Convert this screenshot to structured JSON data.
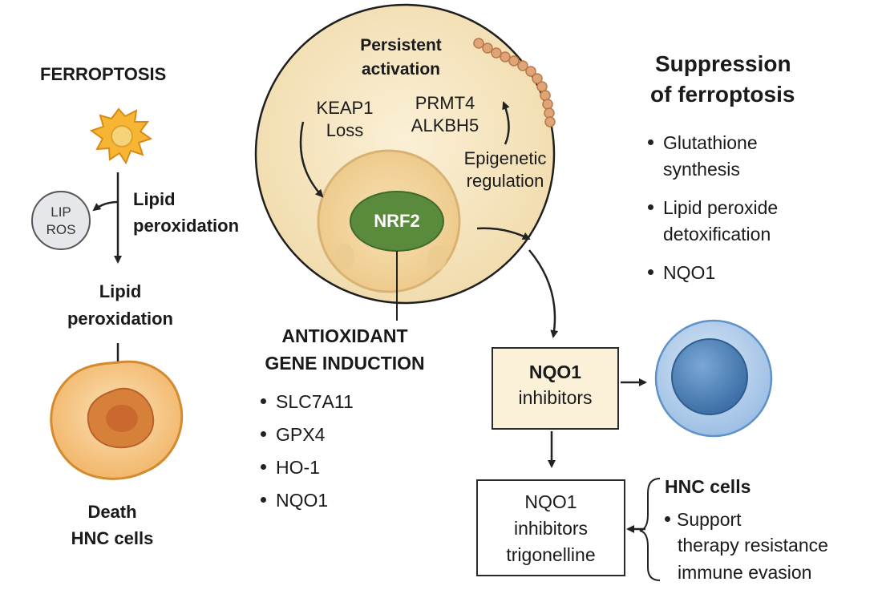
{
  "ferroptosis": {
    "title": "FERROPTOSIS",
    "step1": [
      "Lipid",
      "peroxidation"
    ],
    "lip_ros": [
      "LIP",
      "ROS"
    ],
    "step2": [
      "Lipid",
      "peroxidation"
    ],
    "outcome": [
      "Death",
      "HNC cells"
    ]
  },
  "nrf2_cell": {
    "persistent": [
      "Persistent",
      "activation"
    ],
    "keap1": [
      "KEAP1",
      "Loss"
    ],
    "prmt4": [
      "PRMT4",
      "ALKBH5"
    ],
    "epigenetic": [
      "Epigenetic",
      "regulation"
    ],
    "core_label": "NRF2"
  },
  "antioxidant": {
    "title": [
      "ANTIOXIDANT",
      "GENE INDUCTION"
    ],
    "genes": [
      "SLC7A11",
      "GPX4",
      "HO-1",
      "NQO1"
    ]
  },
  "suppression": {
    "title": [
      "Suppression",
      "of ferroptosis"
    ],
    "items": [
      [
        "Glutathione",
        "synthesis"
      ],
      [
        "Lipid peroxide",
        "detoxification"
      ],
      [
        "NQO1"
      ]
    ]
  },
  "nqo1_box": [
    "NQO1",
    "inhibitors"
  ],
  "trigonelline_box": [
    "NQO1",
    "inhibitors",
    "trigonelline"
  ],
  "hnc": {
    "title": "HNC cells",
    "items": [
      "Support",
      "therapy resistance",
      "immune evasion"
    ]
  },
  "colors": {
    "nrf2_green": "#5a8a3c",
    "cell_beige": "#f6e6c2",
    "immune_blue": "#5f93c8",
    "box_fill": "#fbf1d9",
    "ferro_orange": "#f3a52a"
  }
}
